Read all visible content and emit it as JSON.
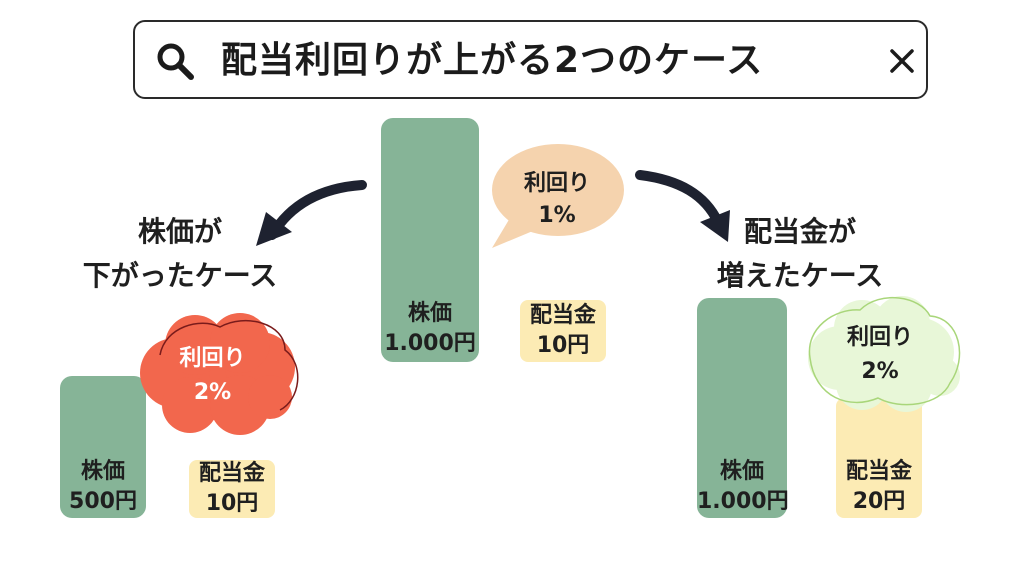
{
  "search": {
    "query": "配当利回りが上がる2つのケース"
  },
  "center": {
    "stock_label": "株価",
    "stock_value": "1.000円",
    "dividend_label": "配当金",
    "dividend_value": "10円",
    "yield_label": "利回り",
    "yield_value": "1%"
  },
  "left_case": {
    "heading_line1": "株価が",
    "heading_line2": "下がったケース",
    "stock_label": "株価",
    "stock_value": "500円",
    "dividend_label": "配当金",
    "dividend_value": "10円",
    "yield_label": "利回り",
    "yield_value": "2%"
  },
  "right_case": {
    "heading_line1": "配当金が",
    "heading_line2": "増えたケース",
    "stock_label": "株価",
    "stock_value": "1.000円",
    "dividend_label": "配当金",
    "dividend_value": "20円",
    "yield_label": "利回り",
    "yield_value": "2%"
  },
  "colors": {
    "stock_bar": "#86b497",
    "dividend_bar": "#fcebb4",
    "center_bubble": "#f5d3ae",
    "left_cloud": "#f2674d",
    "right_cloud": "#e8f7d8",
    "arrow": "#1e2230"
  }
}
